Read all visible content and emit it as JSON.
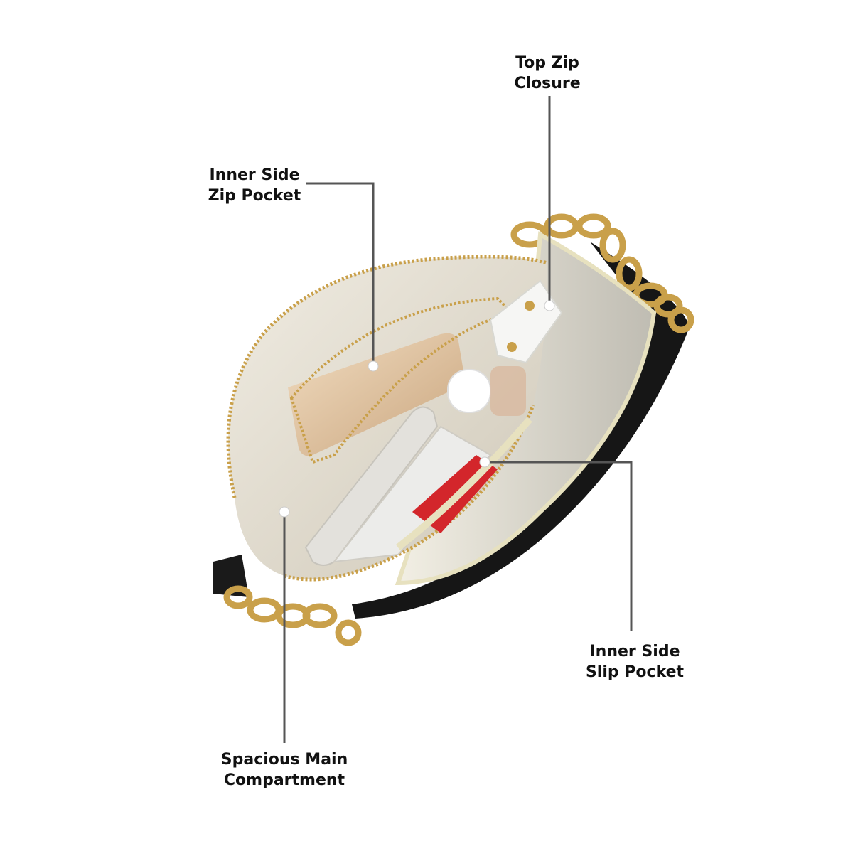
{
  "callouts": {
    "top_zip": {
      "line1": "Top Zip",
      "line2": "Closure"
    },
    "inner_zip_pocket": {
      "line1": "Inner Side",
      "line2": "Zip Pocket"
    },
    "inner_slip_pocket": {
      "line1": "Inner Side",
      "line2": "Slip Pocket"
    },
    "main_compartment": {
      "line1": "Spacious Main",
      "line2": "Compartment"
    }
  },
  "colors": {
    "leader_line": "#555555",
    "label_text": "#111111",
    "bag_cream": "#ece9dd",
    "bag_black": "#161616",
    "gold": "#c9a04a"
  }
}
